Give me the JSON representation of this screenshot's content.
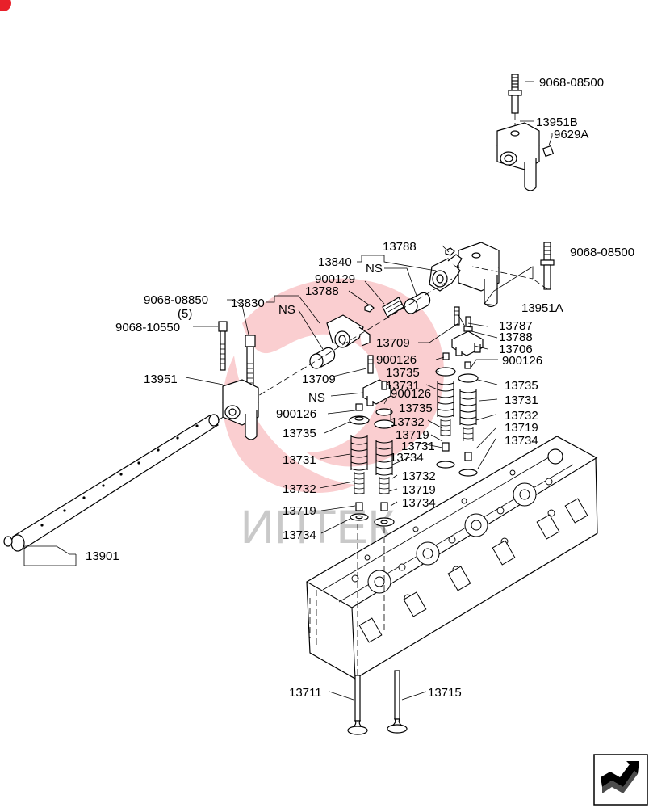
{
  "watermark": {
    "text": "ИПТЕК",
    "color": "#e8202a"
  },
  "labels": {
    "l_9068_08500_top": "9068-08500",
    "l_13951B": "13951B",
    "l_9629A": "9629A",
    "l_13788_top": "13788",
    "l_9068_08500_mid": "9068-08500",
    "l_13840": "13840",
    "l_NS_1": "NS",
    "l_900129": "900129",
    "l_13788_b": "13788",
    "l_9068_08850": "9068-08850",
    "l_5": "(5)",
    "l_13830": "13830",
    "l_NS_2": "NS",
    "l_9068_10550": "9068-10550",
    "l_13951A": "13951A",
    "l_13787": "13787",
    "l_13709_a": "13709",
    "l_13788_c": "13788",
    "l_13706": "13706",
    "l_900126_a": "900126",
    "l_900126_b": "900126",
    "l_13735_a": "13735",
    "l_13735_b": "13735",
    "l_13951": "13951",
    "l_13709_b": "13709",
    "l_13731_a": "13731",
    "l_13731_b": "13731",
    "l_NS_3": "NS",
    "l_900126_c": "900126",
    "l_13735_c": "13735",
    "l_900126_d": "900126",
    "l_13732_a": "13732",
    "l_13732_b": "13732",
    "l_13735_d": "13735",
    "l_13719_a": "13719",
    "l_13719_b": "13719",
    "l_13731_c": "13731",
    "l_13734_a": "13734",
    "l_13731_d": "13731",
    "l_13734_b": "13734",
    "l_13732_c": "13732",
    "l_13732_d": "13732",
    "l_13719_c": "13719",
    "l_13734_c": "13734",
    "l_13719_d": "13719",
    "l_13734_d": "13734",
    "l_13901": "13901",
    "l_13711": "13711",
    "l_13715": "13715"
  }
}
